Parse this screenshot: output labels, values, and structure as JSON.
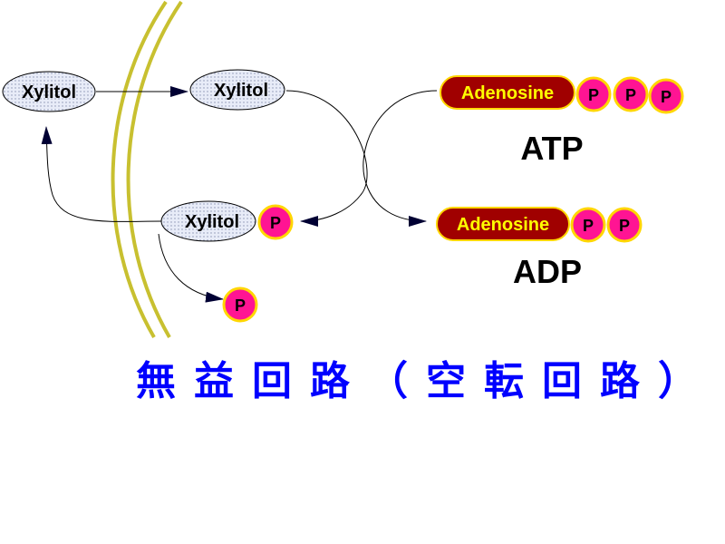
{
  "molecules": {
    "xylitol_outside": "Xylitol",
    "xylitol_inside": "Xylitol",
    "xylitol_phosphate": "Xylitol",
    "phosphate_symbol": "P",
    "adenosine_atp": "Adenosine",
    "adenosine_adp": "Adenosine"
  },
  "labels": {
    "atp": "ATP",
    "adp": "ADP"
  },
  "title": "無益回路（空転回路）",
  "colors": {
    "membrane": "#c8c030",
    "phosphate_fill": "#ff1493",
    "phosphate_ring": "#ffd700",
    "adenosine_fill": "#a00000",
    "adenosine_text": "#ffff00",
    "title": "#0000ff",
    "arrow": "#000033"
  }
}
